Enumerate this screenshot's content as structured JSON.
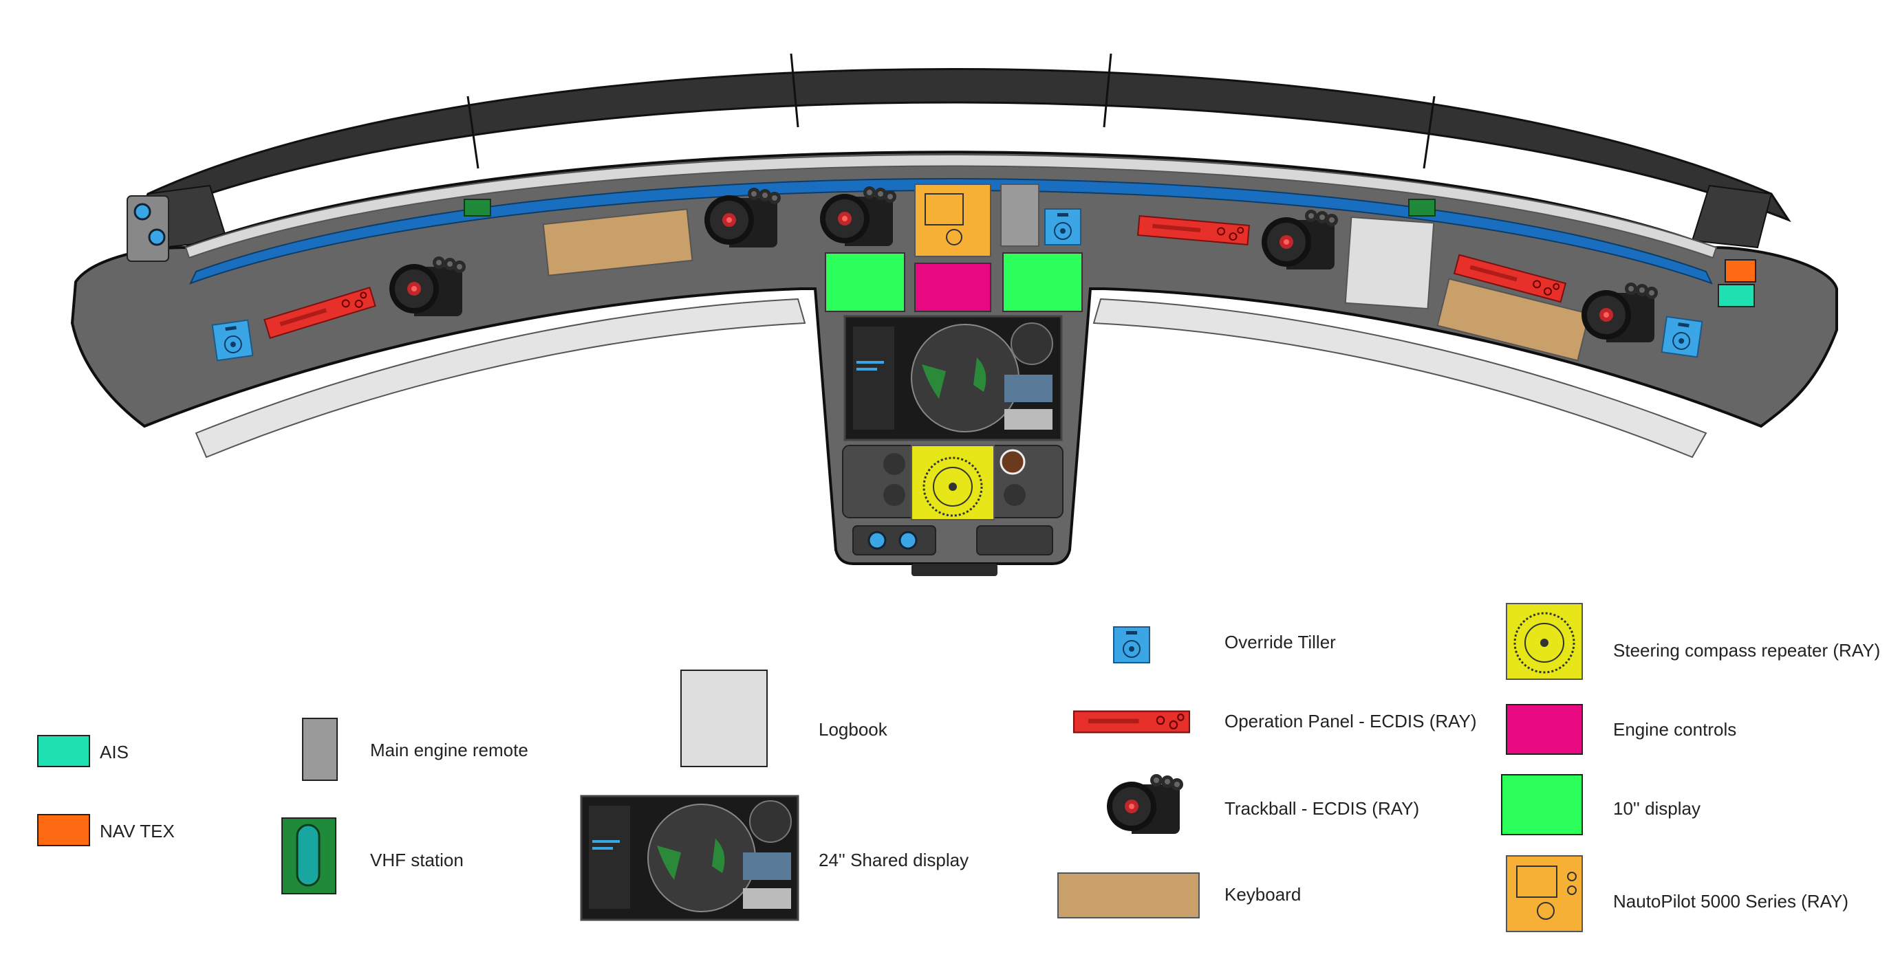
{
  "colors": {
    "ais": "#1fe0b0",
    "navtex": "#ff6a14",
    "engine_remote": "#9a9a9a",
    "vhf_outer": "#1e8a3a",
    "vhf_inner": "#1aa6a0",
    "logbook": "#dedede",
    "shared_display": "#1a1a1a",
    "override_tiller": "#3aa6e6",
    "operation_panel": "#e8302a",
    "trackball": "#1e1e1e",
    "keyboard": "#c9a06a",
    "steering_compass": "#e6e619",
    "engine_controls": "#e8087f",
    "display_10": "#2cff5a",
    "nautopilot": "#f6b035",
    "console_top": "#666666",
    "console_back": "#333333",
    "console_strip": "#1a6ec0",
    "rail": "#e4e4e4"
  },
  "legend": [
    {
      "key": "ais",
      "label": "AIS",
      "icon": "ais-swatch"
    },
    {
      "key": "navtex",
      "label": "NAV TEX",
      "icon": "navtex-swatch"
    },
    {
      "key": "engine_remote",
      "label": "Main engine remote",
      "icon": "engine-remote-swatch"
    },
    {
      "key": "vhf",
      "label": "VHF station",
      "icon": "vhf-station-icon"
    },
    {
      "key": "logbook",
      "label": "Logbook",
      "icon": "logbook-swatch"
    },
    {
      "key": "shared_display",
      "label": "24'' Shared display",
      "icon": "shared-display-icon"
    },
    {
      "key": "override_tiller",
      "label": "Override Tiller",
      "icon": "override-tiller-icon"
    },
    {
      "key": "operation_panel",
      "label": "Operation Panel - ECDIS (RAY)",
      "icon": "operation-panel-icon"
    },
    {
      "key": "trackball",
      "label": "Trackball - ECDIS (RAY)",
      "icon": "trackball-icon"
    },
    {
      "key": "keyboard",
      "label": "Keyboard",
      "icon": "keyboard-swatch"
    },
    {
      "key": "steering_compass",
      "label": "Steering compass repeater (RAY)",
      "icon": "compass-repeater-icon"
    },
    {
      "key": "engine_controls",
      "label": "Engine controls",
      "icon": "engine-controls-swatch"
    },
    {
      "key": "display_10",
      "label": "10'' display",
      "icon": "display-10-swatch"
    },
    {
      "key": "nautopilot",
      "label": "NautoPilot 5000 Series (RAY)",
      "icon": "nautopilot-icon"
    }
  ]
}
